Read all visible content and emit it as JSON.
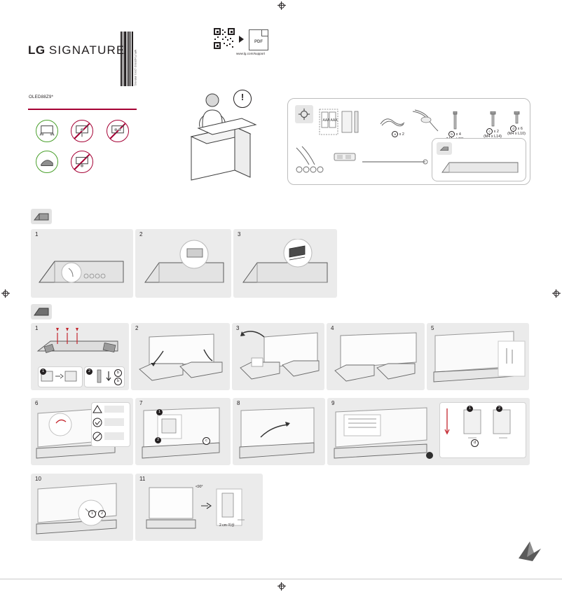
{
  "document": {
    "brand_lg": "LG",
    "brand_signature": "SIGNATURE",
    "model": "OLED88Z9*",
    "barcode_text": "MFL71425502 (2001-REV00)",
    "qr_url": "www.lg.com/support",
    "pdf_label": "PDF"
  },
  "warnings": {
    "icons": [
      {
        "name": "no-press-screen",
        "state": "ok"
      },
      {
        "name": "no-push-screen",
        "state": "forbidden"
      },
      {
        "name": "no-touch-screen",
        "state": "forbidden"
      },
      {
        "name": "handle-edges-ok",
        "state": "ok"
      },
      {
        "name": "no-hold-bottom",
        "state": "forbidden"
      }
    ]
  },
  "unboxing": {
    "caption_icon": "exclamation-mark"
  },
  "parts": {
    "panel_label": "accessories",
    "items": [
      {
        "id": "a",
        "label": "x 2",
        "marker": "a",
        "spec": ""
      },
      {
        "id": "b",
        "label": "x 4",
        "marker": "b",
        "spec": "(M4 x L20)"
      },
      {
        "id": "c",
        "label": "x 2",
        "marker": "c",
        "spec": "(M4 x L14)"
      },
      {
        "id": "d",
        "label": "x 6",
        "marker": "d",
        "spec": "(M4 x L10)"
      }
    ],
    "cover_caption": "stand-cover"
  },
  "section_one": {
    "icon": "stand-assembly-icon",
    "steps": [
      {
        "num": "1"
      },
      {
        "num": "2"
      },
      {
        "num": "3"
      }
    ]
  },
  "section_two": {
    "icon": "tv-mount-icon",
    "steps": [
      {
        "num": "1",
        "badges": [
          "1",
          "2",
          "b",
          "b"
        ]
      },
      {
        "num": "2",
        "badges": []
      },
      {
        "num": "3",
        "badges": []
      },
      {
        "num": "4",
        "badges": []
      },
      {
        "num": "5",
        "badges": []
      },
      {
        "num": "6",
        "badges": []
      },
      {
        "num": "7",
        "badges": [
          "1",
          "2",
          "c"
        ]
      },
      {
        "num": "8",
        "badges": []
      },
      {
        "num": "9",
        "badges": [
          "1",
          "2",
          "d"
        ]
      },
      {
        "num": "10",
        "badges": [
          "1",
          "2"
        ]
      },
      {
        "num": "11",
        "badges": []
      }
    ],
    "step11_angle": "<90°",
    "step11_gap": "2 cm 이상"
  },
  "footer": {
    "bird_icon": "origami-bird"
  }
}
